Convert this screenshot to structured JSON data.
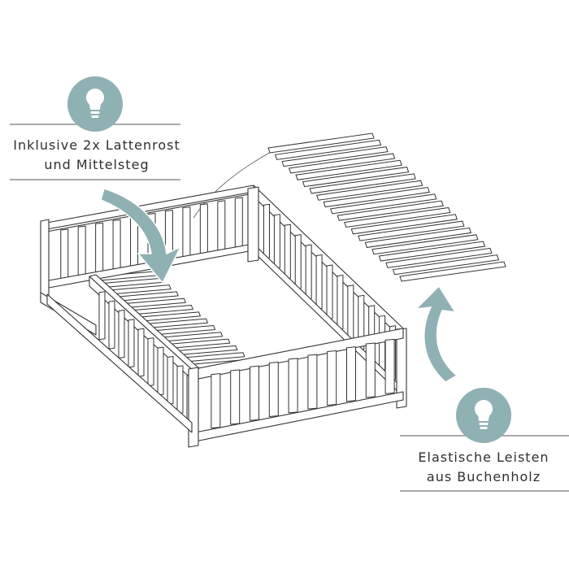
{
  "callouts": {
    "top": {
      "line1": "Inklusive 2x Lattenrost",
      "line2": "und Mittelsteg",
      "icon": "lightbulb-icon"
    },
    "bottom": {
      "line1": "Elastische Leisten",
      "line2": "aus Buchenholz",
      "icon": "lightbulb-icon"
    }
  },
  "colors": {
    "accent": "#8fb1b3",
    "line": "#333333",
    "text": "#2f2f2f",
    "background": "#ffffff"
  }
}
